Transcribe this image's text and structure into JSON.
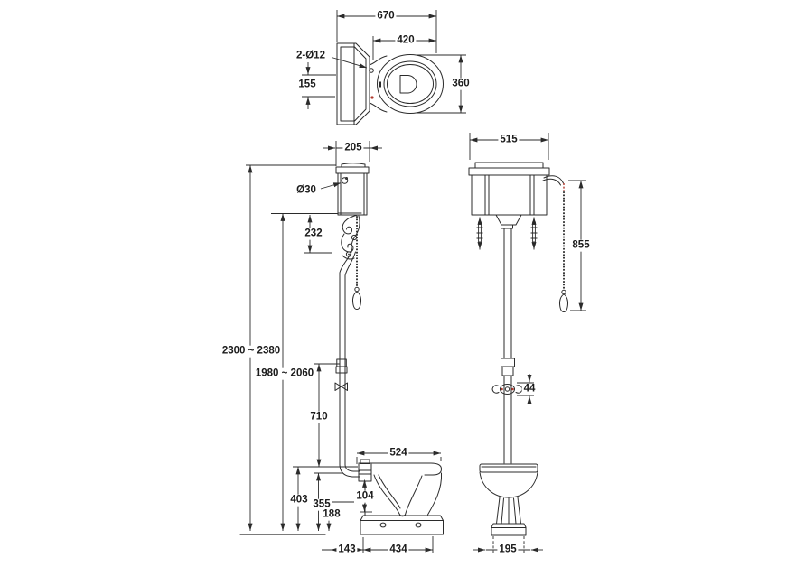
{
  "drawing": {
    "type": "technical-dimension-drawing",
    "subject": "high-level cistern toilet with pull chain and flush pipe",
    "units": "mm",
    "background": "#ffffff",
    "line_color": "#2b2b2b",
    "accent_red": "#b03a2e"
  },
  "views": {
    "plan": {
      "name": "plan-view",
      "dims": {
        "overall_depth": "670",
        "pan_projection": "420",
        "fixing_holes": "2-Ø12",
        "fixing_hole_spacing": "155",
        "pan_width": "360"
      }
    },
    "side": {
      "name": "side-elevation",
      "dims": {
        "cistern_depth": "205",
        "inlet_hole": "Ø30",
        "bracket_height": "232",
        "overall_height_range": "2300 ~ 2380",
        "pipe_top_height_range": "1980 ~ 2060",
        "flush_pipe_length": "710",
        "pan_rim_height": "403",
        "seat_height": "355",
        "outlet_height": "188",
        "inlet_offset": "104",
        "pan_depth": "524",
        "wall_to_pan": "143",
        "pan_base_depth": "434"
      }
    },
    "front": {
      "name": "front-elevation",
      "dims": {
        "cistern_width": "515",
        "chain_drop": "855",
        "pipe_clip": "44",
        "pedestal_base_width": "195"
      }
    }
  }
}
